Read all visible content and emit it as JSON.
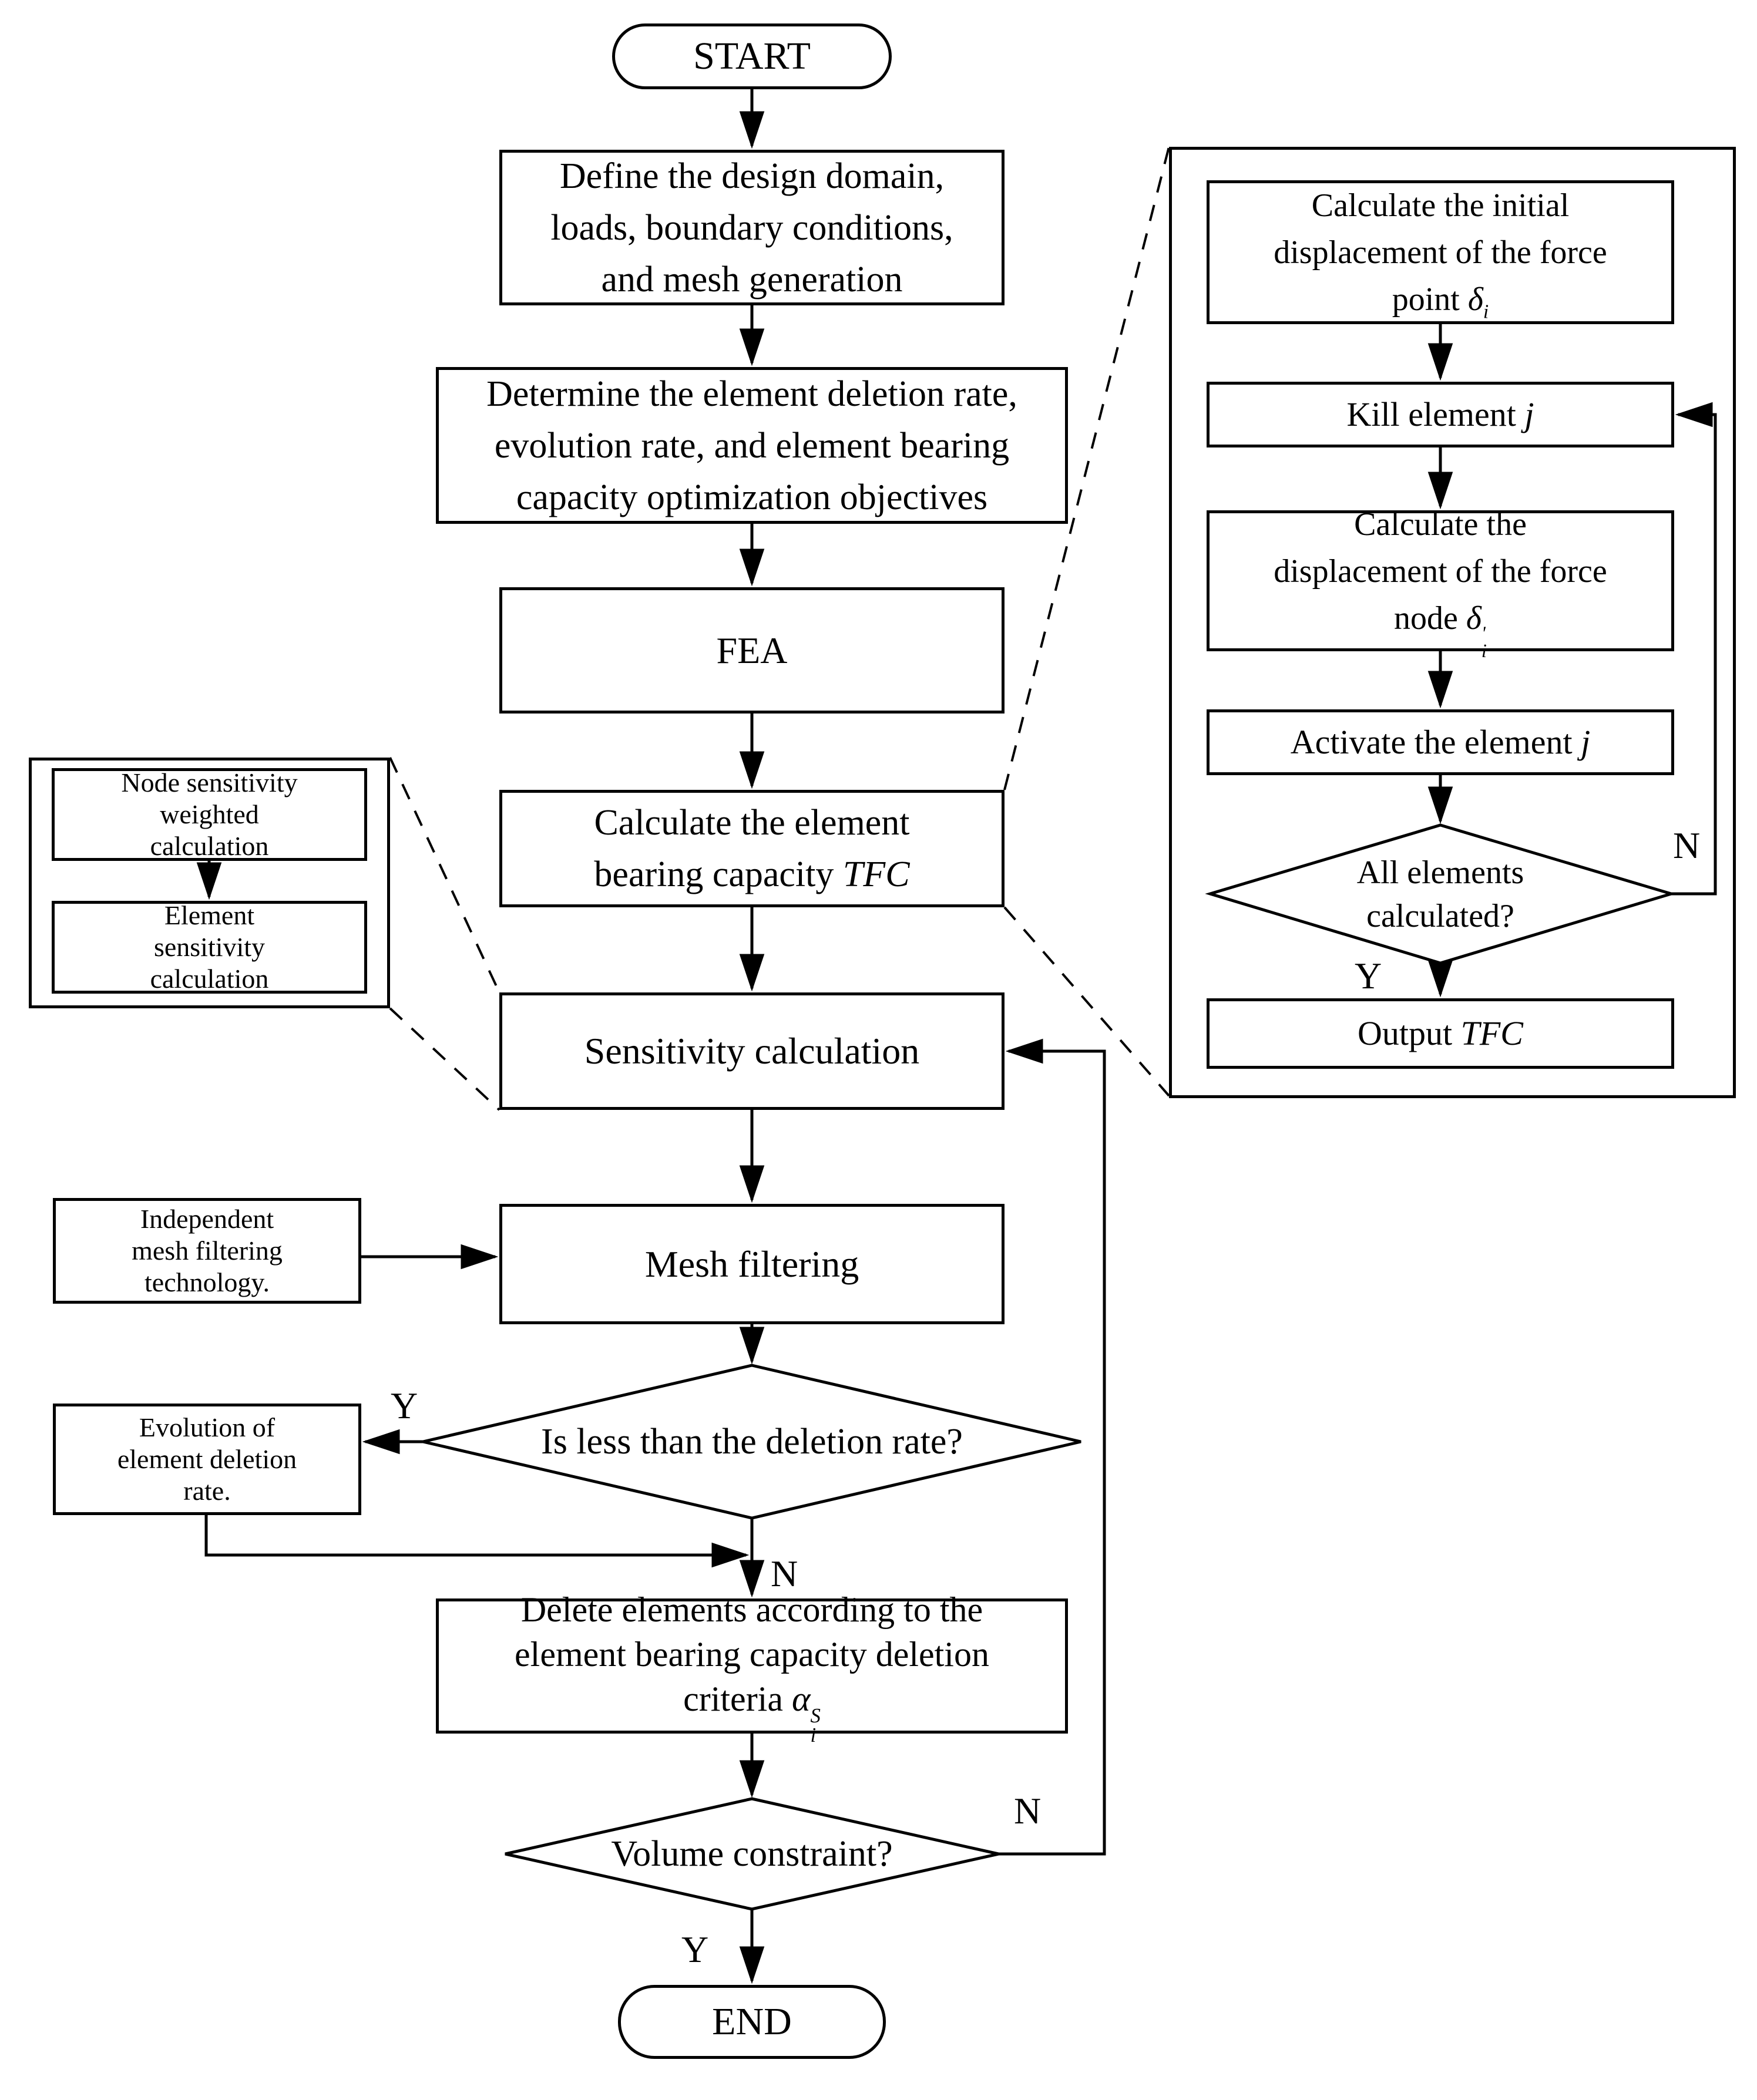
{
  "colors": {
    "ink": "#000000",
    "background": "#ffffff"
  },
  "edge_labels": {
    "yes": "Y",
    "no": "N"
  },
  "main_flow": {
    "start": "START",
    "define": [
      "Define the design domain,",
      "loads, boundary conditions,",
      "and mesh generation"
    ],
    "determine": [
      "Determine the element deletion rate,",
      "evolution rate, and element bearing",
      "capacity optimization objectives"
    ],
    "fea": "FEA",
    "tfc": {
      "line1": "Calculate the element",
      "line2_pre": "bearing capacity ",
      "line2_sym": "TFC"
    },
    "sensitivity": "Sensitivity calculation",
    "mesh_filtering": "Mesh filtering",
    "deletion_diamond": "Is less than the deletion rate?",
    "delete_box": {
      "line1": "Delete elements according to the",
      "line2": "element bearing capacity deletion",
      "line3_pre": "criteria ",
      "line3_sym": "α",
      "line3_sup": "S",
      "line3_sub": "i"
    },
    "volume_diamond": "Volume constraint?",
    "end": "END"
  },
  "left_panel": {
    "node_sensitivity": [
      "Node sensitivity",
      "weighted",
      "calculation"
    ],
    "element_sensitivity": [
      "Element",
      "sensitivity",
      "calculation"
    ],
    "independent_filtering": [
      "Independent",
      "mesh filtering",
      "technology."
    ],
    "evolution_rate": [
      "Evolution of",
      "element deletion",
      "rate."
    ]
  },
  "right_panel": {
    "calc_initial": {
      "line1": "Calculate the initial",
      "line2": "displacement of the force",
      "line3_pre": "point ",
      "line3_sym": "δ",
      "line3_sub": "i"
    },
    "kill_element": {
      "pre": "Kill element ",
      "sym": "j"
    },
    "calc_displacement": {
      "line1": "Calculate the",
      "line2": "displacement of the force",
      "line3_pre": "node ",
      "line3_sym": "δ",
      "line3_sup": "'",
      "line3_sub": "i"
    },
    "activate_element": {
      "pre": "Activate the element ",
      "sym": "j"
    },
    "all_elements_diamond": {
      "line1": "All elements",
      "line2": "calculated?"
    },
    "output_tfc": {
      "pre": "Output ",
      "sym": "TFC"
    }
  }
}
